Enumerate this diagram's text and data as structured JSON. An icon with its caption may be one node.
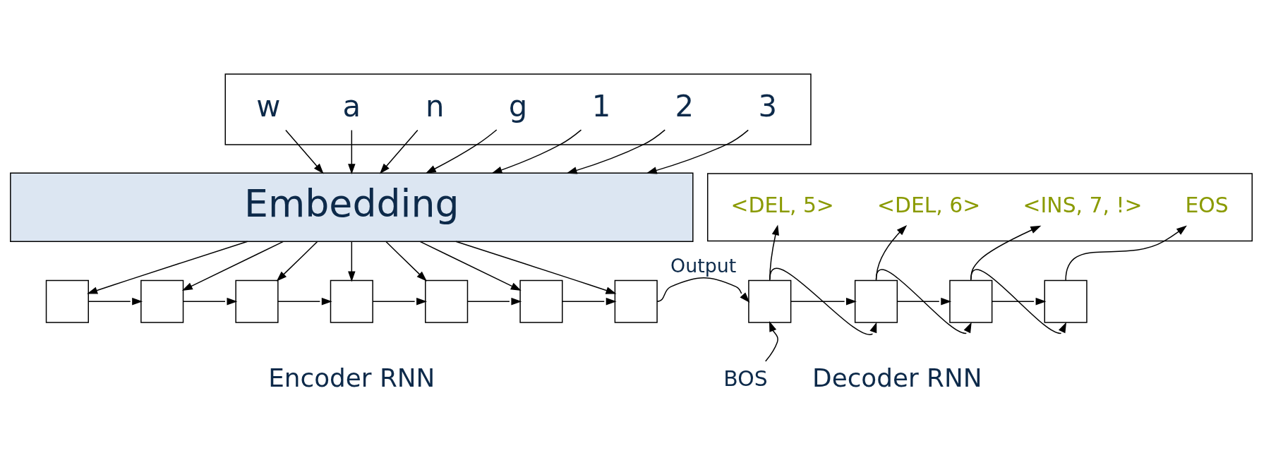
{
  "diagram": {
    "nodes": [
      {
        "text": [],
        "shape": "box"
      },
      {
        "text": [
          "w"
        ],
        "in": 0
      },
      {
        "text": [
          "a"
        ],
        "in": 0
      },
      {
        "text": [
          "n"
        ],
        "in": 0
      },
      {
        "text": [
          "g"
        ],
        "in": 0
      },
      {
        "text": [
          "1"
        ],
        "in": 0
      },
      {
        "text": [
          "2"
        ],
        "in": 0
      },
      {
        "text": [
          "3"
        ],
        "in": 0
      },
      {
        "text": [
          "Embedding"
        ]
      },
      {
        "text": [],
        "shape": "box"
      },
      {
        "text": [],
        "shape": "box"
      },
      {
        "text": [],
        "shape": "box"
      },
      {
        "text": [],
        "shape": "box"
      },
      {
        "text": [],
        "shape": "box"
      },
      {
        "text": [],
        "shape": "box"
      },
      {
        "text": [],
        "shape": "box"
      },
      {
        "text": [],
        "shape": "box"
      },
      {
        "text": [
          "<DEL, 5>"
        ],
        "in": 16
      },
      {
        "text": [
          "<DEL, 6>"
        ],
        "in": 16
      },
      {
        "text": [
          "<INS, 7, !>"
        ],
        "in": 16
      },
      {
        "text": [
          "EOS"
        ],
        "in": 16
      },
      {
        "text": [],
        "shape": "box"
      },
      {
        "text": [],
        "shape": "box"
      },
      {
        "text": [],
        "shape": "box"
      },
      {
        "text": [],
        "shape": "box"
      },
      {
        "text": [
          "BOS"
        ]
      }
    ],
    "edges": [
      {
        "from": 1,
        "to": 8,
        "arrow": "to"
      },
      {
        "from": 2,
        "to": 8,
        "arrow": "to"
      },
      {
        "from": 3,
        "to": 8,
        "arrow": "to"
      },
      {
        "from": 4,
        "to": 8,
        "arrow": "to"
      },
      {
        "from": 5,
        "to": 8,
        "arrow": "to"
      },
      {
        "from": 6,
        "to": 8,
        "arrow": "to"
      },
      {
        "from": 7,
        "to": 8,
        "arrow": "to"
      },
      {
        "from": 8,
        "to": 9,
        "arrow": "to"
      },
      {
        "from": 8,
        "to": 10,
        "arrow": "to"
      },
      {
        "from": 8,
        "to": 11,
        "arrow": "to"
      },
      {
        "from": 8,
        "to": 12,
        "arrow": "to"
      },
      {
        "from": 8,
        "to": 13,
        "arrow": "to"
      },
      {
        "from": 8,
        "to": 14,
        "arrow": "to"
      },
      {
        "from": 8,
        "to": 15,
        "arrow": "to"
      },
      {
        "from": 9,
        "to": 10,
        "arrow": "to"
      },
      {
        "from": 10,
        "to": 11,
        "arrow": "to"
      },
      {
        "from": 11,
        "to": 12,
        "arrow": "to"
      },
      {
        "from": 12,
        "to": 13,
        "arrow": "to"
      },
      {
        "from": 13,
        "to": 14,
        "arrow": "to"
      },
      {
        "from": 14,
        "to": 15,
        "arrow": "to"
      },
      {
        "from": 15,
        "to": 21,
        "arrow": "to",
        "label": "Output"
      },
      {
        "from": 21,
        "to": 22,
        "arrow": "to"
      },
      {
        "from": 22,
        "to": 23,
        "arrow": "to"
      },
      {
        "from": 23,
        "to": 24,
        "arrow": "to"
      },
      {
        "from": 21,
        "to": 17,
        "arrow": "to"
      },
      {
        "from": 22,
        "to": 18,
        "arrow": "to"
      },
      {
        "from": 23,
        "to": 19,
        "arrow": "to"
      },
      {
        "from": 24,
        "to": 20,
        "arrow": "to"
      },
      {
        "from": 21,
        "to": 22,
        "arrow": "to"
      },
      {
        "from": 22,
        "to": 23,
        "arrow": "to"
      },
      {
        "from": 23,
        "to": 24,
        "arrow": "to"
      },
      {
        "from": 25,
        "to": 21,
        "arrow": "to"
      }
    ],
    "labels": [
      "Encoder RNN",
      "Decoder RNN"
    ]
  }
}
